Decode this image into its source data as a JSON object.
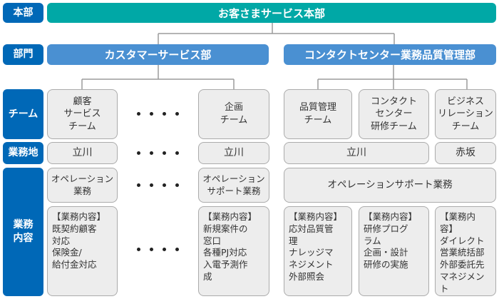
{
  "colors": {
    "headquarters_teal": "#00a8a6",
    "department_blue": "#4a90d2",
    "label_blue": "#0068b7",
    "box_gray": "#ededed",
    "box_border": "#ababab",
    "connector_gray": "#9b9b9b",
    "text_dark": "#333333"
  },
  "row_labels": {
    "honbu": "本部",
    "bumon": "部門",
    "team": "チーム",
    "location": "業務地",
    "content": [
      "業務",
      "内容"
    ]
  },
  "headquarters": "お客さまサービス本部",
  "departments": {
    "left": "カスタマーサービス部",
    "right": "コンタクトセンター業務品質管理部"
  },
  "boxes": {
    "team_l1": [
      "顧客",
      "サービス",
      "チーム"
    ],
    "team_l2": [
      "企画",
      "チーム"
    ],
    "team_r1": [
      "品質管理",
      "チーム"
    ],
    "team_r2": [
      "コンタクト",
      "センター",
      "研修チーム"
    ],
    "team_r3": [
      "ビジネス",
      "リレーション",
      "チーム"
    ],
    "loc_l1": "立川",
    "loc_l2": "立川",
    "loc_r12": "立川",
    "loc_r3": "赤坂",
    "ops_l1": [
      "オペレーション",
      "業務"
    ],
    "ops_l2": [
      "オペレーション",
      "サポート業務"
    ],
    "ops_r": "オペレーションサポート業務",
    "content_l1": [
      "【業務内容】",
      "既契約顧客",
      "対応",
      "保険金/",
      "給付金対応"
    ],
    "content_l2": [
      "【業務内容】",
      "新規案件の",
      "窓口",
      "各種PJ対応",
      "入電予測作",
      "成"
    ],
    "content_r1": [
      "【業務内容】",
      "応対品質管",
      "理",
      "ナレッジマ",
      "ネジメント",
      "外部照会"
    ],
    "content_r2": [
      "【業務内容】",
      "研修プログ",
      "ラム",
      "企画・設計",
      "研修の実施"
    ],
    "content_r3": [
      "【業務内容】",
      "ダイレクト",
      "営業統括部",
      "外部委託先",
      "マネジメン",
      "ト"
    ]
  }
}
